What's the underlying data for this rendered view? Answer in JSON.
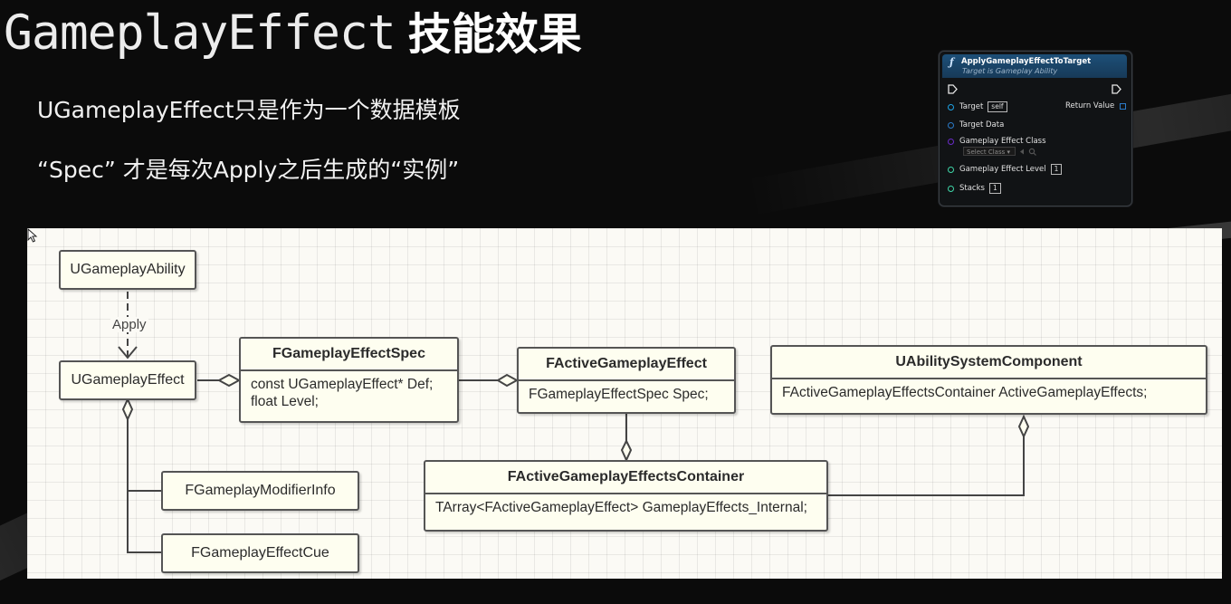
{
  "title": {
    "main": "GameplayEffect",
    "cn": "技能效果"
  },
  "lines": [
    "UGameplayEffect只是作为一个数据模板",
    "“Spec” 才是每次Apply之后生成的“实例”"
  ],
  "blueprint_node": {
    "title": "ApplyGameplayEffectToTarget",
    "subtitle": "Target is Gameplay Ability",
    "pins": {
      "target": {
        "label": "Target",
        "default": "self"
      },
      "return_value": {
        "label": "Return Value"
      },
      "target_data": {
        "label": "Target Data"
      },
      "effect_class": {
        "label": "Gameplay Effect Class",
        "placeholder": "Select Class ▾"
      },
      "effect_level": {
        "label": "Gameplay Effect Level",
        "default": "1"
      },
      "stacks": {
        "label": "Stacks",
        "default": "1"
      }
    },
    "colors": {
      "header": "#1d4f78",
      "object_pin": "#1ea3e6",
      "struct_pin": "#2b7bc9",
      "class_pin": "#6a2bc9",
      "int_pin": "#3fd6a8"
    }
  },
  "diagram": {
    "classes": {
      "ability": "UGameplayAbility",
      "effect": "UGameplayEffect",
      "modifier_info": "FGameplayModifierInfo",
      "effect_cue": "FGameplayEffectCue",
      "spec": {
        "name": "FGameplayEffectSpec",
        "fields": [
          "const UGameplayEffect* Def;",
          "float Level;"
        ]
      },
      "active_effect": {
        "name": "FActiveGameplayEffect",
        "fields": [
          "FGameplayEffectSpec Spec;"
        ]
      },
      "asc": {
        "name": "UAbilitySystemComponent",
        "fields": [
          "FActiveGameplayEffectsContainer ActiveGameplayEffects;"
        ]
      },
      "container": {
        "name": "FActiveGameplayEffectsContainer",
        "fields": [
          "TArray<FActiveGameplayEffect> GameplayEffects_Internal;"
        ]
      }
    },
    "relations": {
      "apply_label": "Apply"
    }
  }
}
